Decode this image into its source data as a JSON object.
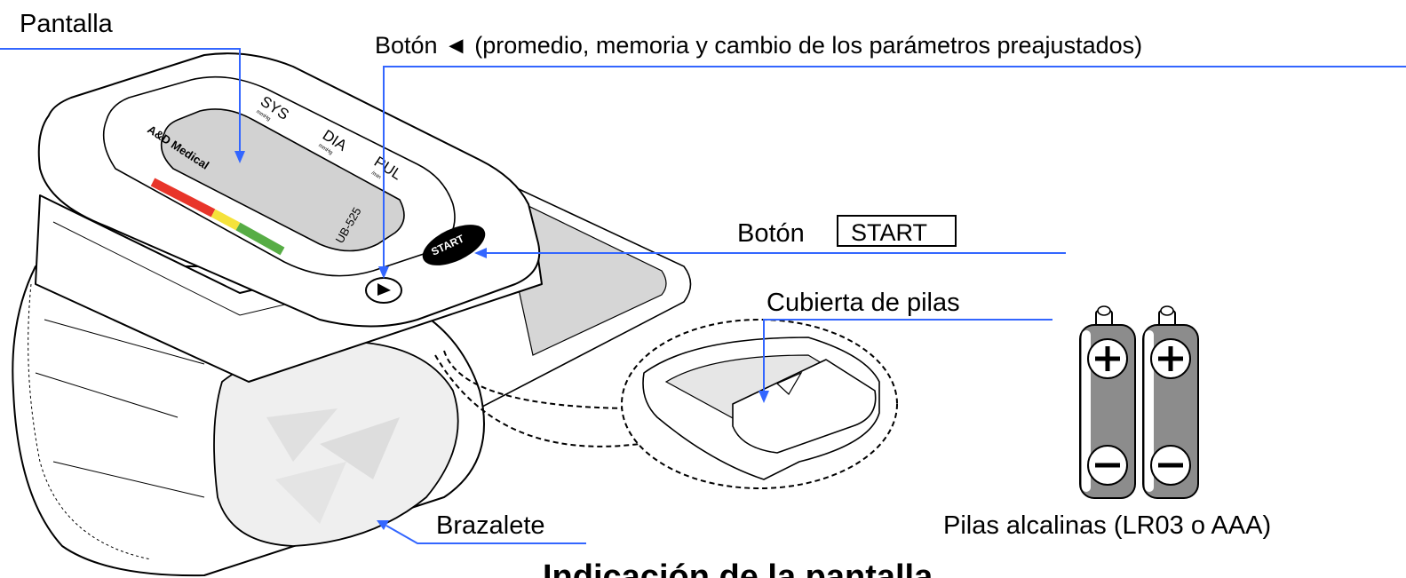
{
  "labels": {
    "pantalla": "Pantalla",
    "boton_flecha": "Botón  ◄  (promedio, memoria y cambio de los parámetros preajustados)",
    "boton_start_prefix": "Botón",
    "boton_start_key": "START",
    "cubierta": "Cubierta de pilas",
    "brazalete": "Brazalete",
    "pilas": "Pilas alcalinas (LR03 o AAA)"
  },
  "device": {
    "brand": "A&D Medical",
    "sys": "SYS",
    "sys_unit": "mmHg",
    "dia": "DIA",
    "dia_unit": "mmHg",
    "pul": "PUL",
    "pul_unit": "/min",
    "model": "UB-525",
    "start_key_label": "START"
  },
  "heading": "Indicación de la pantalla",
  "colors": {
    "leader": "#3366ff",
    "band_red": "#e8352a",
    "band_yellow": "#f5e23b",
    "band_green": "#57ad45",
    "display_gray": "#d2d2d2",
    "battery_gray": "#8c8c8c"
  },
  "icons": {
    "battery_plus": "plus-icon",
    "battery_minus": "minus-icon",
    "arrow_button": "triangle-arrow-icon"
  }
}
